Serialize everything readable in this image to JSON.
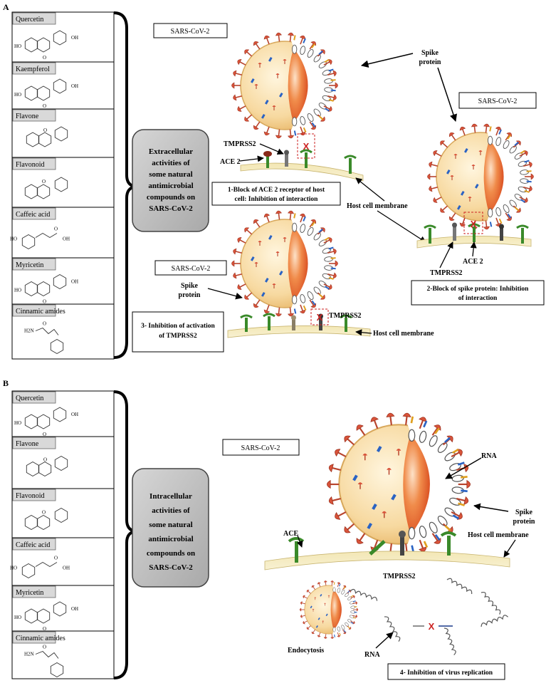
{
  "panel_a": {
    "label": "A",
    "compounds": [
      "Quercetin",
      "Kaempferol",
      "Flavone",
      "Flavonoid",
      "Caffeic acid",
      "Myricetin",
      "Cinnamic amides"
    ],
    "center_box": [
      "Extracellular",
      "activities of",
      "some natural",
      "antimicrobial",
      "compounds on",
      "SARS-CoV-2"
    ],
    "virus_label_1": "SARS-CoV-2",
    "virus_label_2": "SARS-CoV-2",
    "virus_label_3": "SARS-CoV-2",
    "spike_protein": [
      "Spike",
      "protein"
    ],
    "spike_protein_2": [
      "Spike",
      "protein"
    ],
    "tmprss2_1": "TMPRSS2",
    "ace2_1": "ACE 2",
    "box1": [
      "1-Block of ACE 2 receptor of host",
      "cell: Inhibition of interaction"
    ],
    "host_cell_membrane_1": "Host cell membrane",
    "tmprss2_2": "TMPRSS2",
    "ace2_2": "ACE 2",
    "box2": [
      "2-Block of spike protein: Inhibition",
      "of interaction"
    ],
    "box3": [
      "3- Inhibition of activation",
      "of TMPRSS2"
    ],
    "tmprss2_3": "TMPRSS2",
    "host_cell_membrane_3": "Host cell membrane",
    "x_mark": "X"
  },
  "panel_b": {
    "label": "B",
    "compounds": [
      "Quercetin",
      "Flavone",
      "Flavonoid",
      "Caffeic acid",
      "Myricetin",
      "Cinnamic amides"
    ],
    "center_box": [
      "Intracellular",
      "activities of",
      "some natural",
      "antimicrobial",
      "compounds on",
      "SARS-CoV-2"
    ],
    "virus_label": "SARS-CoV-2",
    "rna_top": "RNA",
    "spike_protein": [
      "Spike",
      "protein"
    ],
    "host_cell_membrane": "Host cell membrane",
    "ace": "ACE",
    "tmprss2": "TMPRSS2",
    "endocytosis": "Endocytosis",
    "rna_bottom": "RNA",
    "x_mark": "X",
    "box4": "4- Inhibition of virus replication"
  },
  "structure_labels": {
    "oh": "OH",
    "ho": "HO",
    "o": "O",
    "h2n": "H2N",
    "h2n_b": "H₂N"
  },
  "colors": {
    "virus_fill": "#f7d9a0",
    "virus_core": "#e8602a",
    "spike": "#d9533a",
    "receptor_green": "#3a8a2a",
    "x_red": "#cc2222",
    "label_box_fill": "#d9d9d9",
    "center_box_fill": "#bfbfbf"
  }
}
